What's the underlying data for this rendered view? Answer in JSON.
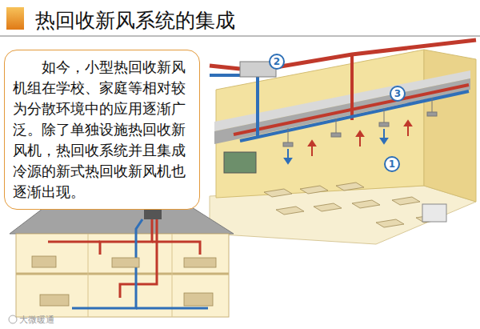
{
  "diagram": {
    "title": "热回收新风系统的集成",
    "nodes": [
      {
        "text": [
          "如今，小型热回收新风机组在学校、家庭等相对较为分散环境中的应用逐渐广泛。除了单独设施热回收新风机，热回收系统并且集成冷源的新式热回收新风机也逐渐出现。"
        ]
      },
      {
        "text": [
          "2"
        ]
      },
      {
        "text": [
          "3"
        ]
      },
      {
        "text": [
          "1"
        ]
      }
    ],
    "labels": [
      "大微暖通"
    ]
  }
}
